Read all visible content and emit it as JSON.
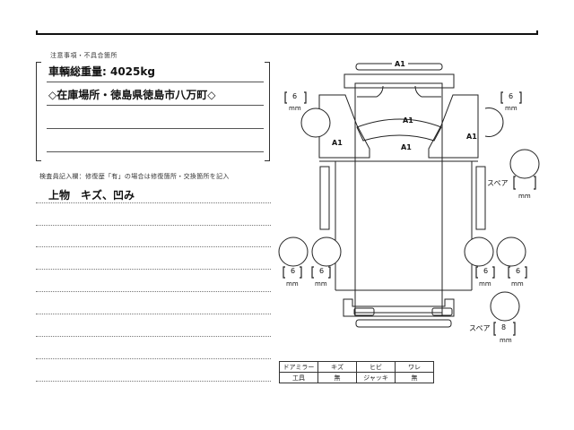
{
  "header": {
    "rule": true
  },
  "notes": {
    "label": "注意事項・不具合箇所",
    "lines": [
      "車輌総重量: 4025kg",
      "◇在庫場所・徳島県徳島市八万町◇",
      "",
      ""
    ]
  },
  "inspection": {
    "label": "検査員記入欄：修復歴「有」の場合は修復箇所・交換箇所を記入",
    "entry": "上物　キズ、凹み",
    "blank_line_count": 9
  },
  "diagram": {
    "grade_labels": {
      "front_bumper": "A1",
      "hood": "A1",
      "windshield": "A1",
      "left_front_fender": "A1",
      "right_front_fender": "A1"
    },
    "tread": {
      "front_left": "6",
      "front_right": "6",
      "rear_left_outer": "6",
      "rear_left_inner": "6",
      "rear_right_inner": "6",
      "rear_right_outer": "6",
      "spare_1": "",
      "spare_2": "8"
    },
    "unit": "mm",
    "spare_label": "スペア"
  },
  "legend": {
    "rows": [
      [
        "ドアミラー",
        "キズ",
        "ヒビ",
        "ワレ"
      ],
      [
        "工具",
        "無",
        "ジャッキ",
        "無"
      ]
    ]
  }
}
